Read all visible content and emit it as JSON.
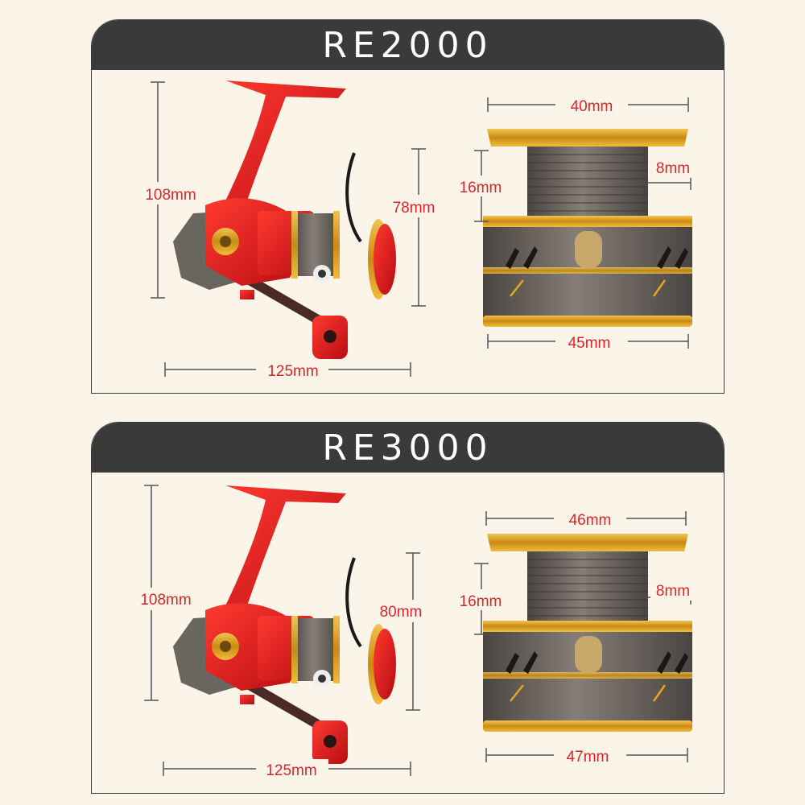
{
  "models": [
    {
      "name": "RE2000",
      "reel": {
        "height": "108mm",
        "body_height": "78mm",
        "length": "125mm"
      },
      "spool": {
        "top_diameter": "40mm",
        "line_depth": "16mm",
        "groove": "8mm",
        "bottom_diameter": "45mm"
      }
    },
    {
      "name": "RE3000",
      "reel": {
        "height": "108mm",
        "body_height": "80mm",
        "length": "125mm"
      },
      "spool": {
        "top_diameter": "46mm",
        "line_depth": "16mm",
        "groove": "8mm",
        "bottom_diameter": "47mm"
      }
    }
  ],
  "colors": {
    "background": "#fbf4e8",
    "header": "#3a3a3a",
    "dimension_text": "#d9262a",
    "reel_red": "#e0141b",
    "spool_gold": "#d69a1e",
    "spool_gray": "#6b6560"
  },
  "icons": [
    "spinning-reel-icon",
    "spool-icon"
  ]
}
